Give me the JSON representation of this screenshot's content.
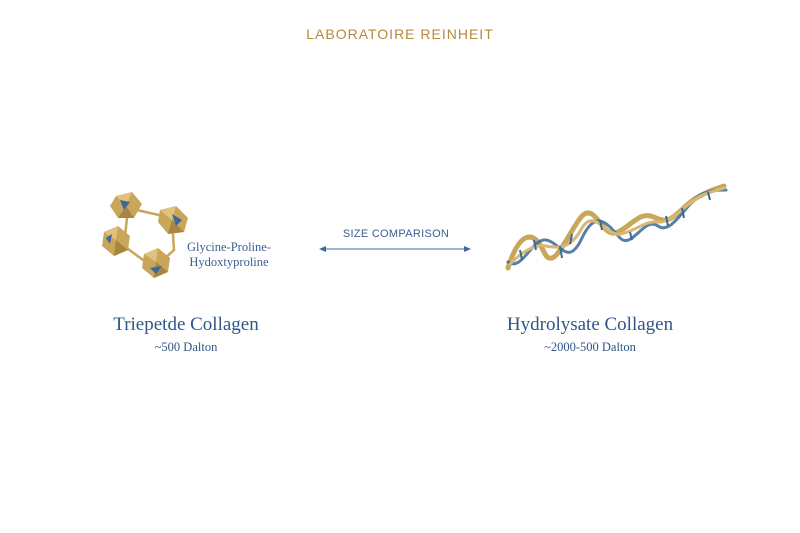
{
  "brand": "LABORATOIRE REINHEIT",
  "molecule": {
    "label_line1": "Glycine-Proline-",
    "label_line2": "Hydoxtyproline"
  },
  "comparison": {
    "label": "SIZE COMPARISON"
  },
  "tripeptide": {
    "title": "Triepetde Collagen",
    "weight": "~500 Dalton"
  },
  "hydrolysate": {
    "title": "Hydrolysate Collagen",
    "weight": "~2000-500 Dalton"
  },
  "colors": {
    "gold": "#c9a65a",
    "gold_dark": "#a88640",
    "blue": "#3a6a9a",
    "text_blue": "#2f5687",
    "brand_gold": "#b48a3c"
  }
}
